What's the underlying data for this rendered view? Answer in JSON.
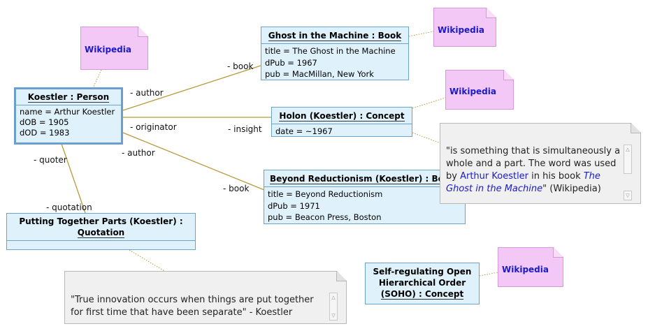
{
  "objects": {
    "koestler": {
      "title": "Koestler : Person",
      "attrs": [
        "name = Arthur Koestler",
        "dOB = 1905",
        "dOD = 1983"
      ]
    },
    "ghost": {
      "title": "Ghost in the Machine : Book",
      "attrs": [
        "title = The Ghost in the Machine",
        "dPub = 1967",
        "pub = MacMillan, New York"
      ]
    },
    "holon": {
      "title": "Holon (Koestler) : Concept",
      "attrs": [
        "date = ~1967"
      ]
    },
    "beyond": {
      "title": "Beyond Reductionism (Koestler) : Boo",
      "attrs": [
        "title = Beyond Reductionism",
        "dPub = 1971",
        "pub = Beacon Press, Boston"
      ]
    },
    "quotation": {
      "title_line1": "Putting Together Parts (Koestler) :",
      "title_line2": "Quotation"
    },
    "soho": {
      "title_line1": "Self-regulating Open",
      "title_line2": "Hierarchical Order",
      "title_line3": "(SOHO) : Concept"
    }
  },
  "notes": {
    "koestler_wiki": "Wikipedia",
    "ghost_wiki": "Wikipedia",
    "holon_wiki": "Wikipedia",
    "soho_wiki": "Wikipedia"
  },
  "comments": {
    "holon": {
      "line1": "\"is something that is simultaneously a",
      "line2": "whole and a part. The word was used",
      "line3_pre": "by ",
      "line3_link": "Arthur Koestler",
      "line3_mid": " in his book ",
      "line3_ital": "The",
      "line4_ital": "Ghost in the Machine",
      "line4_post": "\" (Wikipedia)"
    },
    "quote": {
      "line1": "\"True innovation occurs when things are put together",
      "line2": "for first time that have been separate\" - Koestler"
    }
  },
  "roles": {
    "book_ghost": "- book",
    "author_ghost": "- author",
    "originator": "- originator",
    "insight": "- insight",
    "author_beyond": "- author",
    "book_beyond": "- book",
    "quoter": "- quoter",
    "quotation": "- quotation"
  },
  "colors": {
    "object_fill": "#dff2fb",
    "object_border": "#6aa3cc",
    "note_fill": "#f3c8f6",
    "link_line": "#b89a3a",
    "link_blue": "#1a1ac8"
  }
}
